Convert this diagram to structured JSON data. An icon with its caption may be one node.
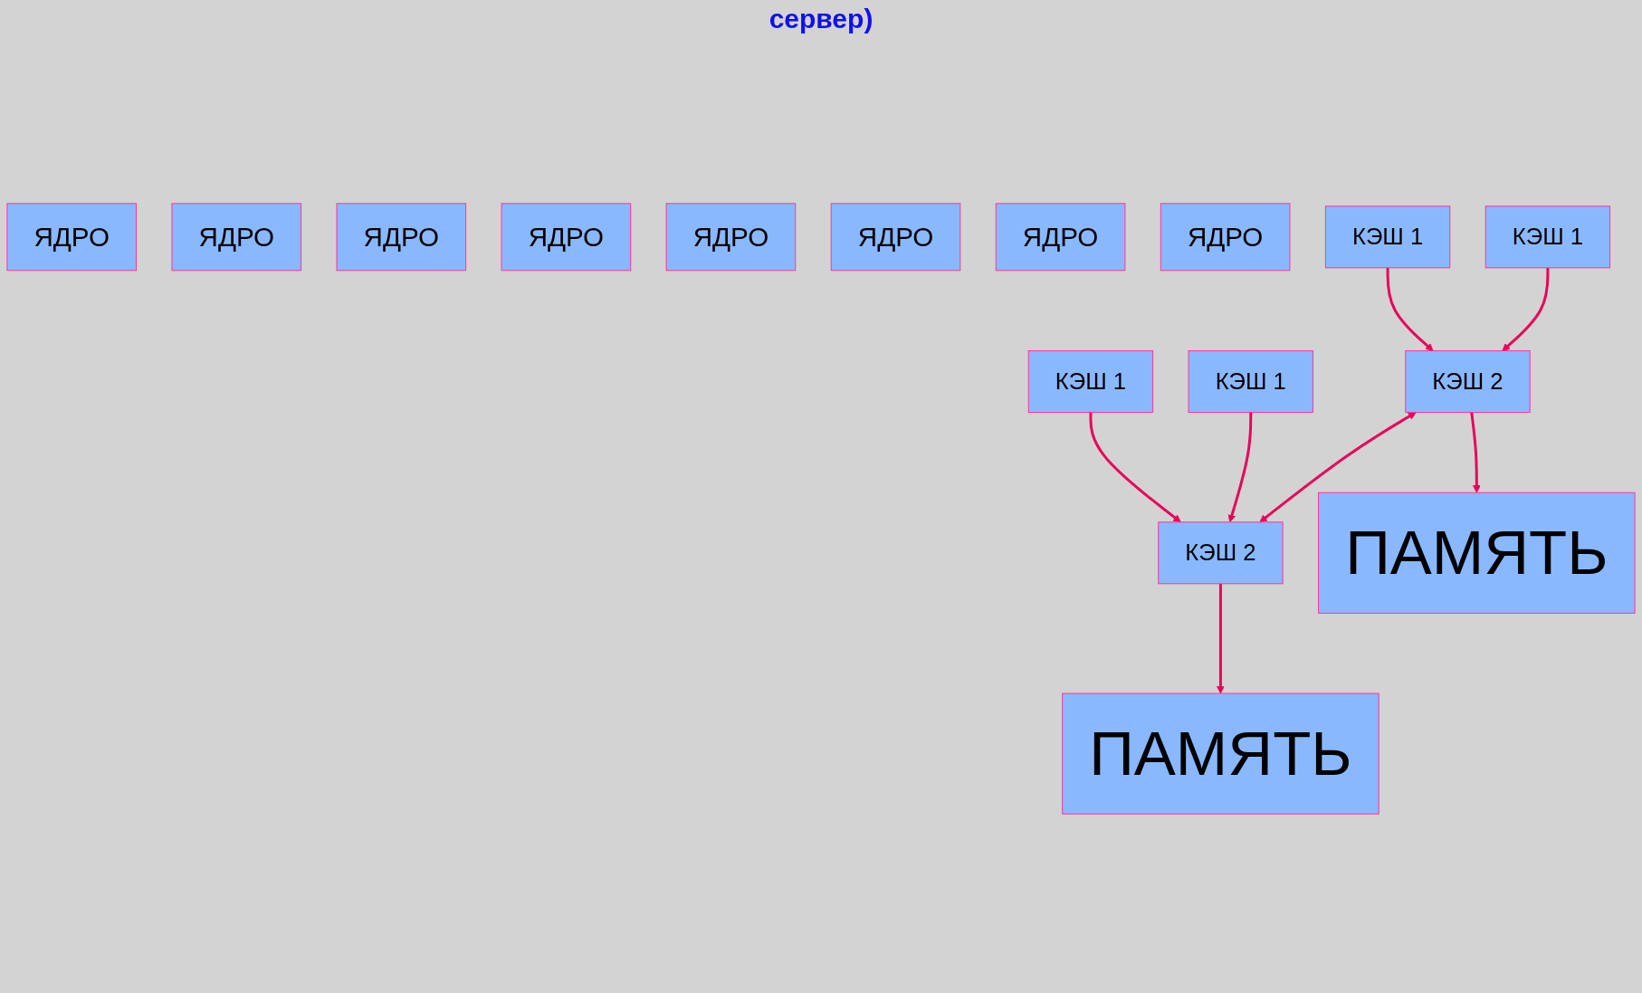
{
  "diagram": {
    "title": "сервер)",
    "nodes": [
      {
        "text": [
          "ЯДРО"
        ]
      },
      {
        "text": [
          "ЯДРО"
        ]
      },
      {
        "text": [
          "ЯДРО"
        ]
      },
      {
        "text": [
          "ЯДРО"
        ]
      },
      {
        "text": [
          "ЯДРО"
        ]
      },
      {
        "text": [
          "ЯДРО"
        ]
      },
      {
        "text": [
          "ЯДРО"
        ]
      },
      {
        "text": [
          "ЯДРО"
        ]
      },
      {
        "text": [
          "КЭШ 1"
        ]
      },
      {
        "text": [
          "КЭШ 1"
        ]
      },
      {
        "text": [
          "КЭШ 1"
        ]
      },
      {
        "text": [
          "КЭШ 1"
        ]
      },
      {
        "text": [
          "КЭШ 2"
        ]
      },
      {
        "text": [
          "КЭШ 2"
        ]
      },
      {
        "text": [
          "ПАМЯТЬ"
        ]
      },
      {
        "text": [
          "ПАМЯТЬ"
        ]
      }
    ],
    "edges": [
      {
        "from": 8,
        "to": 12,
        "arrow": "to"
      },
      {
        "from": 9,
        "to": 12,
        "arrow": "to"
      },
      {
        "from": 10,
        "to": 13,
        "arrow": "to"
      },
      {
        "from": 11,
        "to": 13,
        "arrow": "to"
      },
      {
        "from": 12,
        "to": 13,
        "arrow": "both"
      },
      {
        "from": 12,
        "to": 14,
        "arrow": "to"
      },
      {
        "from": 13,
        "to": 15,
        "arrow": "to"
      }
    ]
  }
}
